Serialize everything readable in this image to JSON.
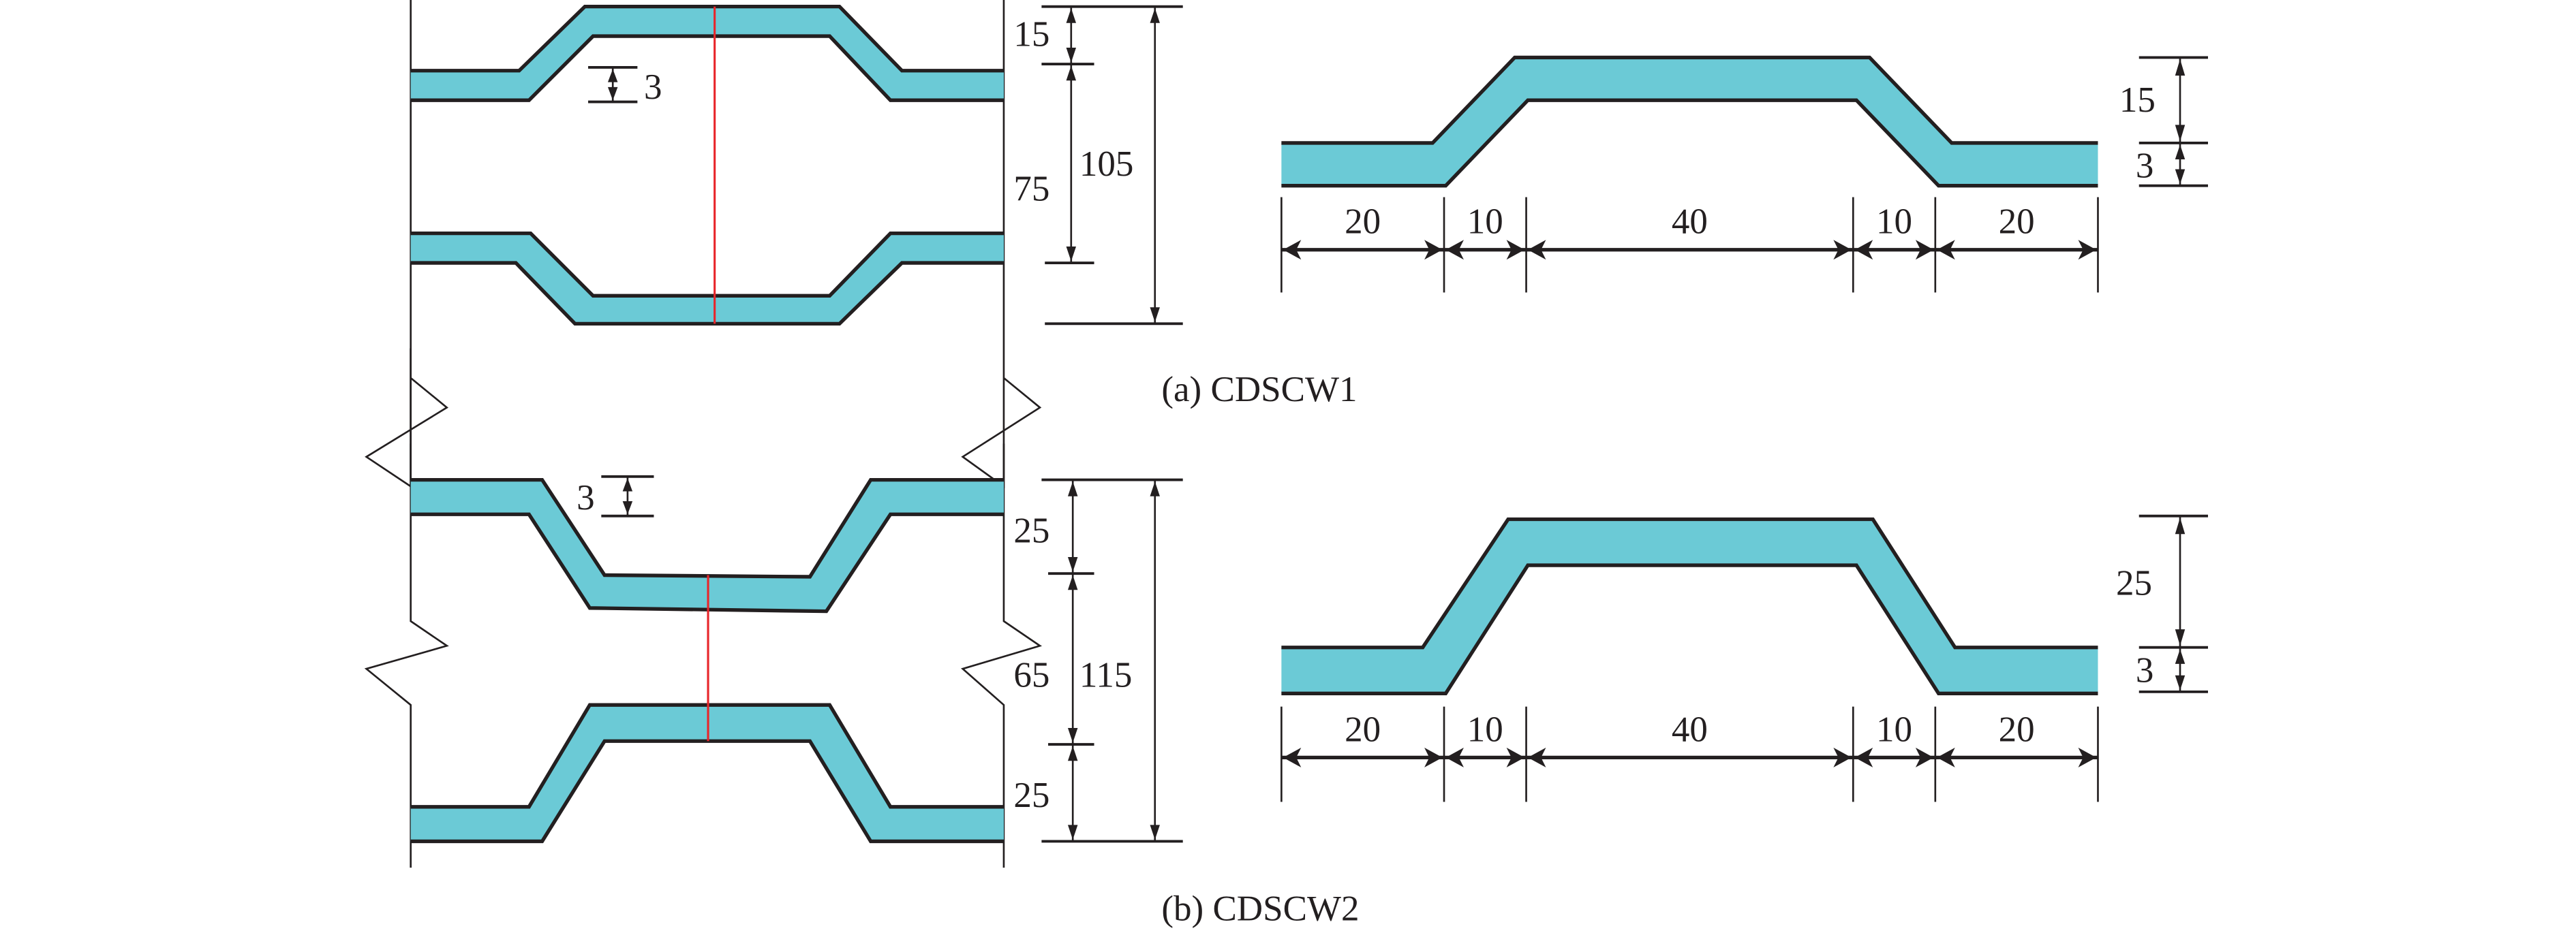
{
  "figure": {
    "panels": [
      {
        "id": "a",
        "caption": "(a) CDSCW1",
        "wall": {
          "plate_thickness_label": "3",
          "corrugation_depth_label": "15",
          "inner_gap_label": "75",
          "total_thickness_label": "105"
        },
        "profile": {
          "depth_label": "15",
          "thickness_label": "3",
          "segment_labels": [
            "20",
            "10",
            "40",
            "10",
            "20"
          ]
        }
      },
      {
        "id": "b",
        "caption": "(b) CDSCW2",
        "wall": {
          "plate_thickness_label": "3",
          "top_depth_label": "25",
          "inner_gap_label": "65",
          "bottom_depth_label": "25",
          "total_thickness_label": "115"
        },
        "profile": {
          "depth_label": "25",
          "thickness_label": "3",
          "segment_labels": [
            "20",
            "10",
            "40",
            "10",
            "20"
          ]
        }
      }
    ],
    "colors": {
      "steel_fill": "#6bcad6",
      "line": "#231f20",
      "tie_bar": "#e8262b"
    }
  }
}
